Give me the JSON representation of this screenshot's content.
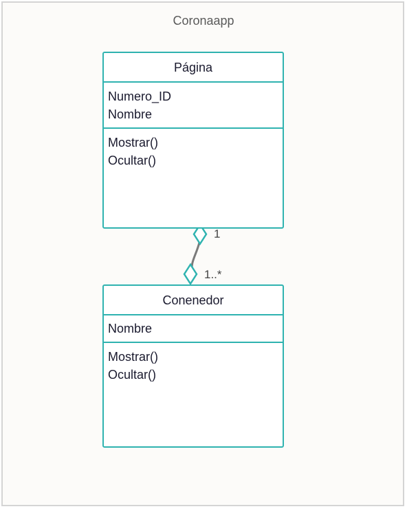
{
  "diagram": {
    "title": "Coronaapp",
    "classes": [
      {
        "name": "Página",
        "attributes": [
          "Numero_ID",
          "Nombre"
        ],
        "methods": [
          "Mostrar()",
          "Ocultar()"
        ]
      },
      {
        "name": "Conenedor",
        "attributes": [
          "Nombre"
        ],
        "methods": [
          "Mostrar()",
          "Ocultar()"
        ]
      }
    ],
    "association": {
      "type": "aggregation",
      "source_multiplicity": "1",
      "target_multiplicity": "1..*"
    }
  },
  "colors": {
    "class_border": "#2fb3b0",
    "connector": "#7a7a7a",
    "frame_background": "#fcfbf9",
    "frame_border": "#d4d4d4"
  }
}
